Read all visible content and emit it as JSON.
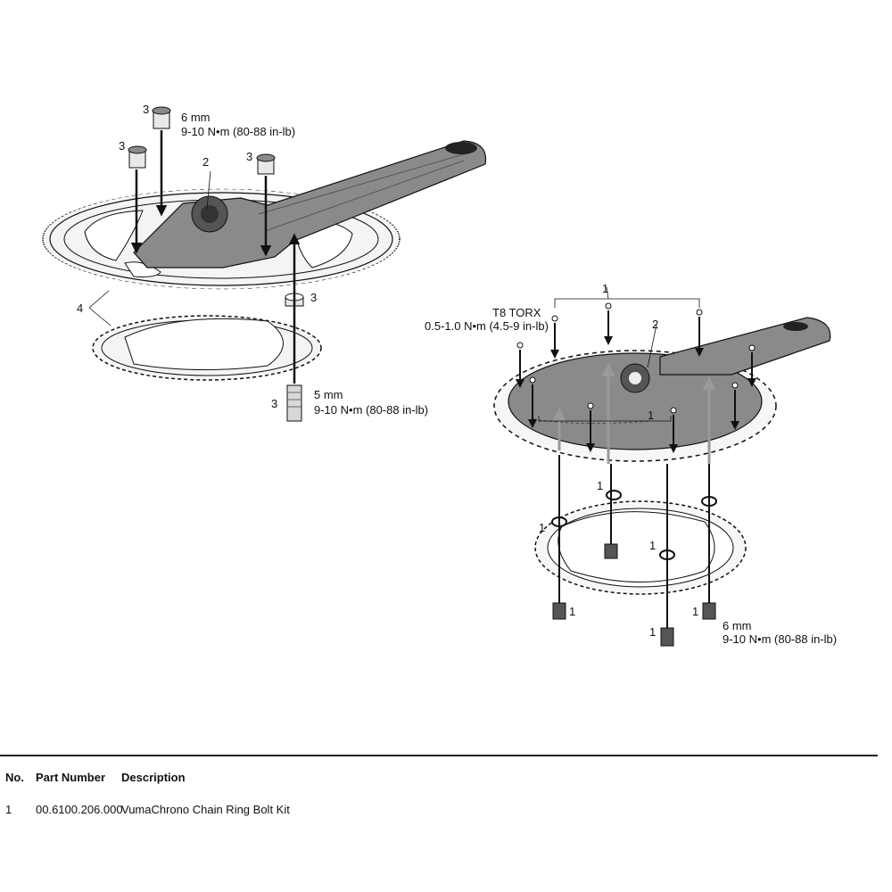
{
  "left_assembly": {
    "bolt_callout": "3",
    "tool_size": "6 mm",
    "torque": "9-10 N•m (80-88 in-lb)",
    "spider_callout": "2",
    "ring_callout": "4",
    "spacer_callout": "3",
    "sleeve_callout": "3",
    "sleeve_tool_size": "5 mm",
    "sleeve_torque": "9-10 N•m (80-88 in-lb)"
  },
  "right_assembly": {
    "screw_callout": "1",
    "tool": "T8 TORX",
    "tool_torque": "0.5-1.0 N•m (4.5-9 in-lb)",
    "spider_callout": "2",
    "cover_callout": "1",
    "bolt_callout": "1",
    "tool_size": "6 mm",
    "torque": "9-10 N•m (80-88 in-lb)"
  },
  "parts_table": {
    "headers": {
      "no": "No.",
      "part_number": "Part Number",
      "description": "Description"
    },
    "rows": [
      {
        "no": "1",
        "part_number": "00.6100.206.000",
        "description": "VumaChrono Chain Ring Bolt Kit"
      }
    ]
  },
  "colors": {
    "part_fill": "#8a8a8a",
    "ring_fill": "#f4f4f4",
    "line": "#111111",
    "gray_arrow": "#9a9a9a"
  }
}
